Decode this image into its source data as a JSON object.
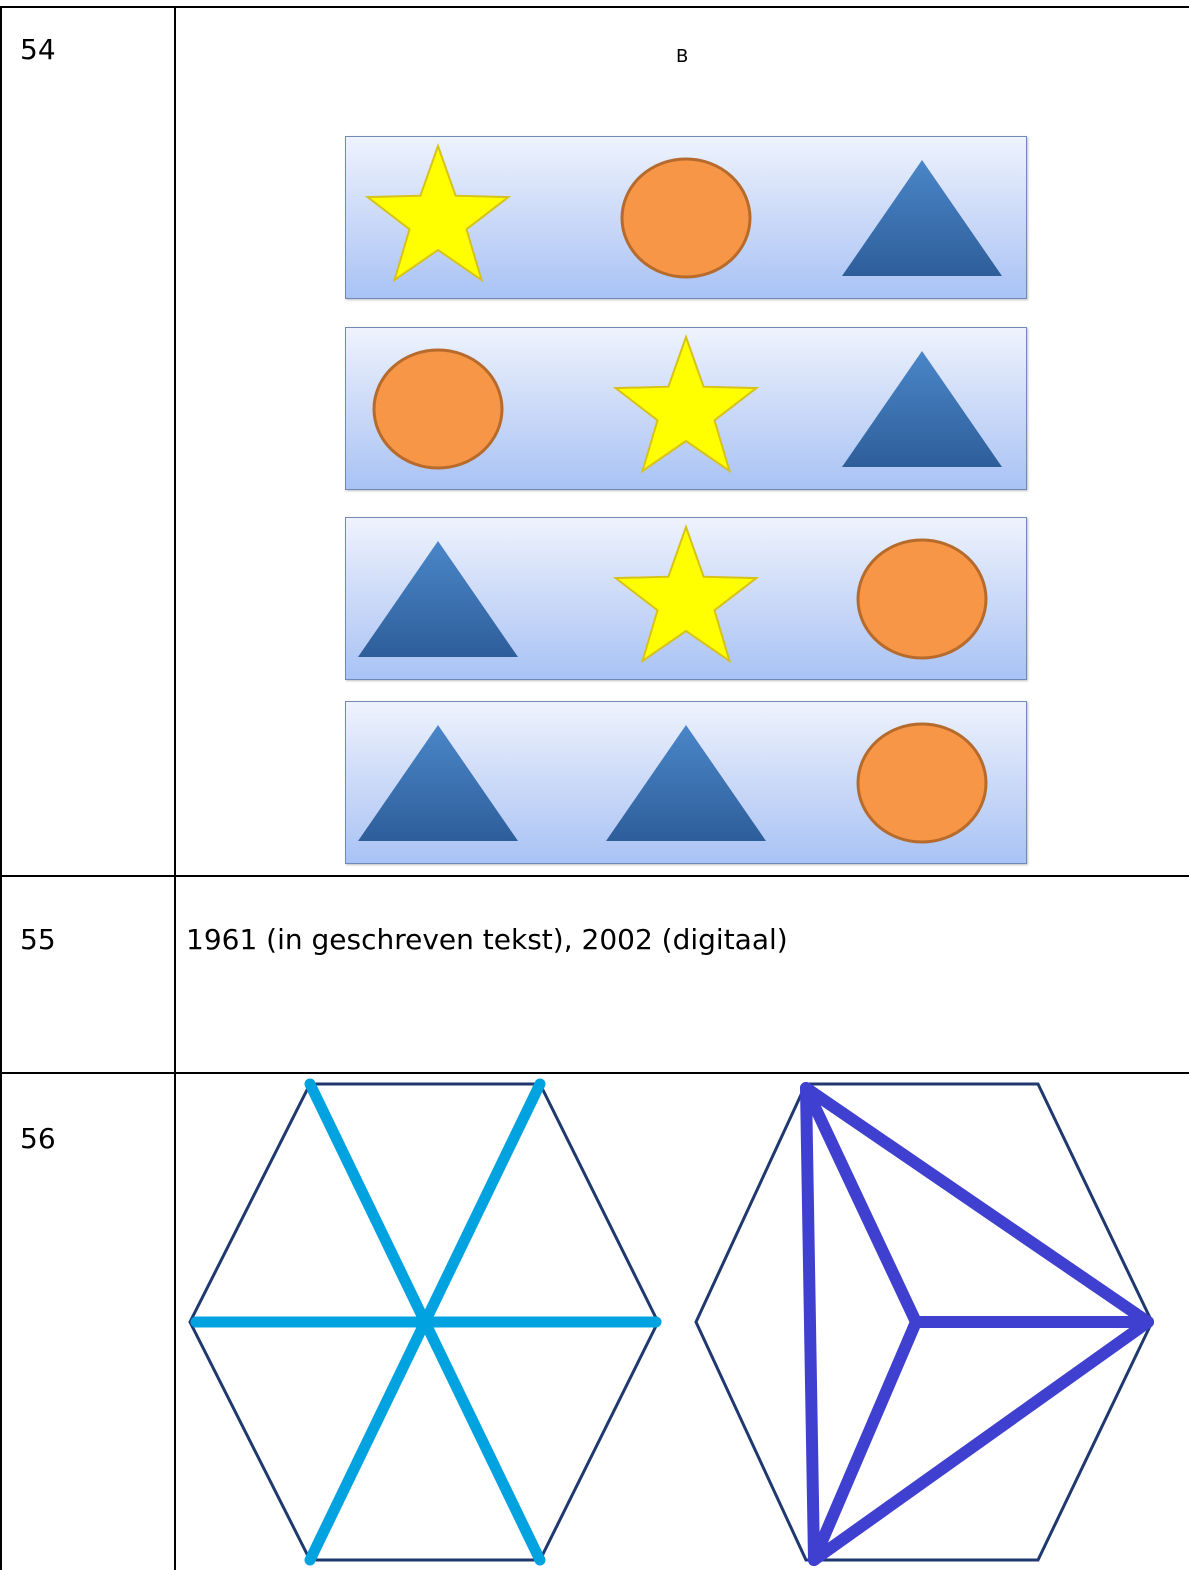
{
  "rows": [
    {
      "number": "54",
      "label": "B",
      "shape_rows": [
        [
          "star",
          "circle",
          "triangle"
        ],
        [
          "circle",
          "star",
          "triangle"
        ],
        [
          "triangle",
          "star",
          "circle"
        ],
        [
          "triangle",
          "triangle",
          "circle"
        ]
      ]
    },
    {
      "number": "55",
      "text": "1961 (in geschreven tekst), 2002 (digitaal)"
    },
    {
      "number": "56"
    }
  ],
  "colors": {
    "star_fill": "#ffff00",
    "star_stroke": "#d6c21a",
    "circle_fill": "#f79646",
    "circle_stroke": "#b66a2c",
    "triangle_fill": "#3a6fb0",
    "hex_outline": "#1f3870",
    "hex_diagonals": "#00a3e0",
    "hex_triangle_lines": "#4040d0"
  }
}
